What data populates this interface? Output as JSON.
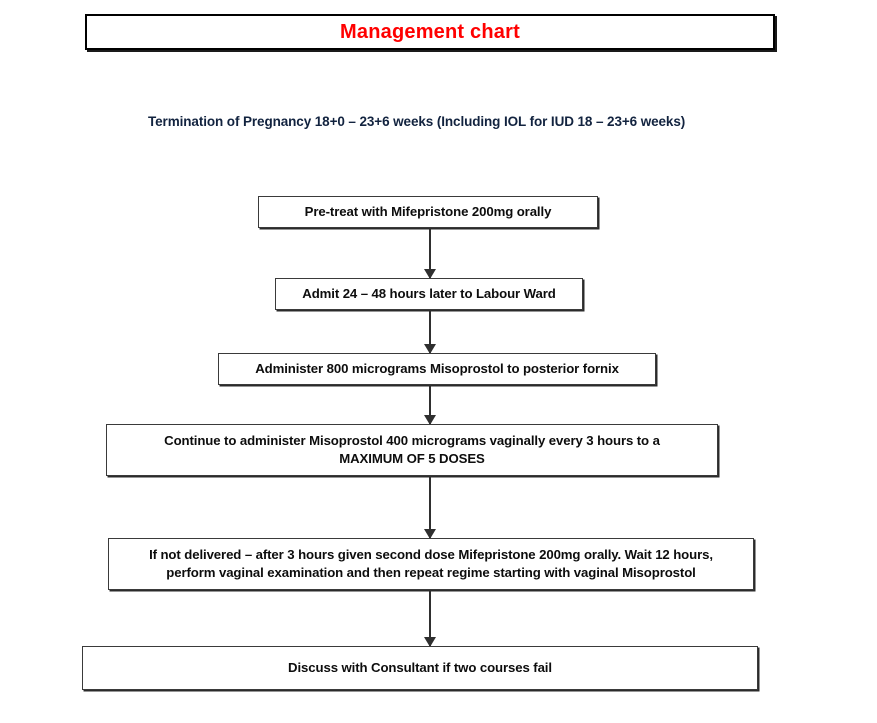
{
  "document": {
    "title": "Management chart",
    "title_color": "#ff0000",
    "subtitle": "Termination of Pregnancy 18+0 – 23+6 weeks (Including IOL for IUD 18 – 23+6 weeks)",
    "subtitle_color": "#12233f"
  },
  "chart_data": {
    "type": "flowchart",
    "orientation": "vertical",
    "title": "Management chart",
    "subtitle": "Termination of Pregnancy 18+0 – 23+6 weeks (Including IOL for IUD 18 – 23+6 weeks)",
    "nodes": [
      {
        "id": 1,
        "label": "Pre-treat with Mifepristone 200mg orally"
      },
      {
        "id": 2,
        "label": "Admit 24 – 48 hours later to Labour Ward"
      },
      {
        "id": 3,
        "label": "Administer 800 micrograms Misoprostol to posterior fornix"
      },
      {
        "id": 4,
        "label": "Continue to administer Misoprostol 400 micrograms vaginally every 3 hours to a\nMAXIMUM OF 5 DOSES"
      },
      {
        "id": 5,
        "label": "If not delivered – after 3 hours given second dose Mifepristone 200mg orally.  Wait 12 hours,\nperform vaginal examination and then repeat regime starting with vaginal Misoprostol"
      },
      {
        "id": 6,
        "label": "Discuss with Consultant if two courses fail"
      }
    ],
    "edges": [
      {
        "from": 1,
        "to": 2,
        "style": "solid-arrow"
      },
      {
        "from": 2,
        "to": 3,
        "style": "solid-arrow"
      },
      {
        "from": 3,
        "to": 4,
        "style": "solid-arrow"
      },
      {
        "from": 4,
        "to": 5,
        "style": "solid-arrow"
      },
      {
        "from": 5,
        "to": 6,
        "style": "solid-arrow"
      }
    ]
  }
}
